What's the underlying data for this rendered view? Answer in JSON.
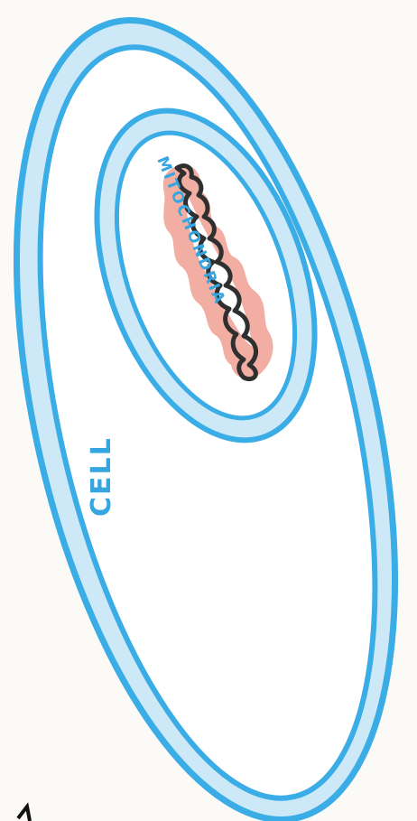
{
  "diagram": {
    "nodes": [
      {
        "id": "cell",
        "label": "CELL",
        "shape": "oval"
      },
      {
        "id": "mitochondria",
        "label": "MITOCHONDRIA",
        "shape": "oval"
      }
    ],
    "relations": [
      {
        "container": "cell",
        "contains": "mitochondria"
      }
    ]
  },
  "colors": {
    "background": "#fbfaf7",
    "membrane_outline": "#3aace6",
    "membrane_fill": "#cde9f7",
    "interior_fill": "#ffffff",
    "label_color": "#36a6e0",
    "cristae_fill": "#f0a093",
    "cristae_outline": "#2f2f2f"
  }
}
